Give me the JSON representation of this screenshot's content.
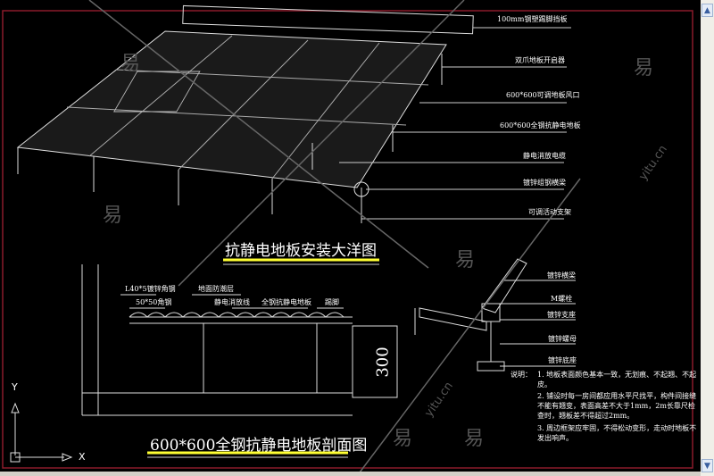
{
  "drawing": {
    "plan_title": "抗静电地板安装大洋图",
    "section_title": "600*600全钢抗静电地板剖面图",
    "dimension": "300",
    "plan_labels": [
      "100mm钢塑踢脚挡板",
      "双爪地板开启器",
      "600*600可调地板风口",
      "600*600全钢抗静电地板",
      "静电消放电缆",
      "镀锌组钢横梁",
      "可调活动支架"
    ],
    "section_labels": [
      "L40*5镀锌角钢",
      "50*50角钢",
      "地面防潮层",
      "静电消放线",
      "全钢抗静电地板",
      "踢脚"
    ],
    "detail_labels": [
      "镀锌横梁",
      "M螺栓",
      "镀锌支座",
      "镀锌螺母",
      "镀锌底座"
    ],
    "notes_heading": "说明：",
    "notes": [
      "1. 地板表面颜色基本一致，无划痕、不起翘、不起皮。",
      "2. 铺设时每一房间都应用水平尺找平，构件间接缝不能有翘变，表面高差不大于1mm，2m长靠尺检查时，翘板差不得超过2mm。",
      "3. 周边框架应牢固，不得松动变形，走动时地板不发出响声。"
    ],
    "ucs": {
      "x": "X",
      "y": "Y"
    },
    "watermark": {
      "char": "易",
      "site": "yitu.cn"
    }
  },
  "colors": {
    "accent_underline": "#ffff33",
    "frame": "#8a1a2a"
  }
}
